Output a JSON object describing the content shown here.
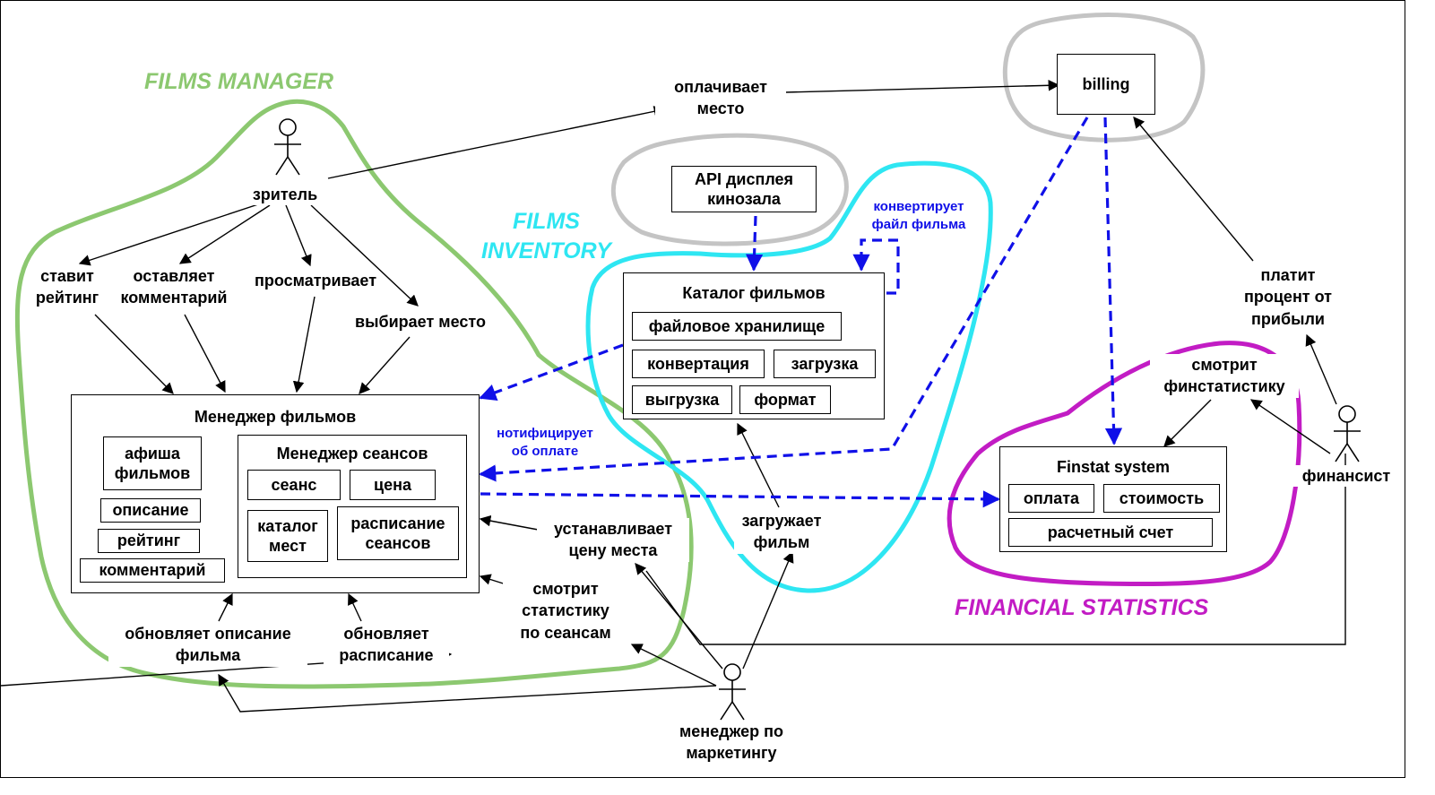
{
  "colors": {
    "films_manager": "#8cc870",
    "films_inventory": "#2ee6f2",
    "financial_statistics": "#c21cc4",
    "external": "#c4c4c4",
    "async": "#1010e8"
  },
  "zones": {
    "films_manager": "FILMS MANAGER",
    "films_inventory": "FILMS\nINVENTORY",
    "financial_statistics": "FINANCIAL STATISTICS"
  },
  "actors": {
    "viewer": "зритель",
    "marketing_manager": "менеджер по\nмаркетингу",
    "financier": "финансист"
  },
  "systems": {
    "films_manager": {
      "title": "Менеджер фильмов",
      "items": [
        "афиша\nфильмов",
        "описание",
        "рейтинг",
        "комментарий"
      ],
      "sessions": {
        "title": "Менеджер сеансов",
        "items": [
          "сеанс",
          "цена",
          "каталог\nмест",
          "расписание\nсеансов"
        ]
      }
    },
    "catalog": {
      "title": "Каталог фильмов",
      "items": [
        "файловое хранилище",
        "конвертация",
        "загрузка",
        "выгрузка",
        "формат"
      ]
    },
    "finstat": {
      "title": "Finstat system",
      "items": [
        "оплата",
        "стоимость",
        "расчетный счет"
      ]
    },
    "billing": "billing",
    "display_api": "API дисплея\nкинозала"
  },
  "actions": {
    "pays_seat": "оплачивает\nместо",
    "rates": "ставит\nрейтинг",
    "comments": "оставляет\nкомментарий",
    "watches": "просматривает",
    "picks_seat": "выбирает место",
    "uploads_film": "загружает\nфильм",
    "sets_price": "устанавливает\nцену места",
    "views_stats": "смотрит\nстатистику\nпо сеансам",
    "updates_description": "обновляет описание\nфильма",
    "updates_schedule": "обновляет\nрасписание",
    "pays_profit": "платит\nпроцент от\nприбыли",
    "views_finstat": "смотрит\nфинстатистику",
    "converts_file": "конвертирует\nфайл фильма",
    "notifies_payment": "нотифицирует\nоб оплате"
  }
}
